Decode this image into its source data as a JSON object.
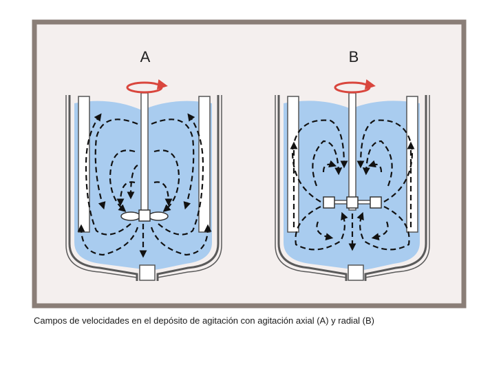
{
  "panels": [
    {
      "label": "A",
      "mode": "axial"
    },
    {
      "label": "B",
      "mode": "radial"
    }
  ],
  "caption": "Campos de velocidades en el depósito de agitación con agitación axial (A) y radial (B)",
  "colors": {
    "frame_border": "#8a7e77",
    "frame_fill": "#f4efee",
    "liquid": "#a9ccef",
    "liquid_dark": "#8fb9e6",
    "wall": "#5a5a5a",
    "arrow": "#111111",
    "rotation": "#d9463d"
  }
}
